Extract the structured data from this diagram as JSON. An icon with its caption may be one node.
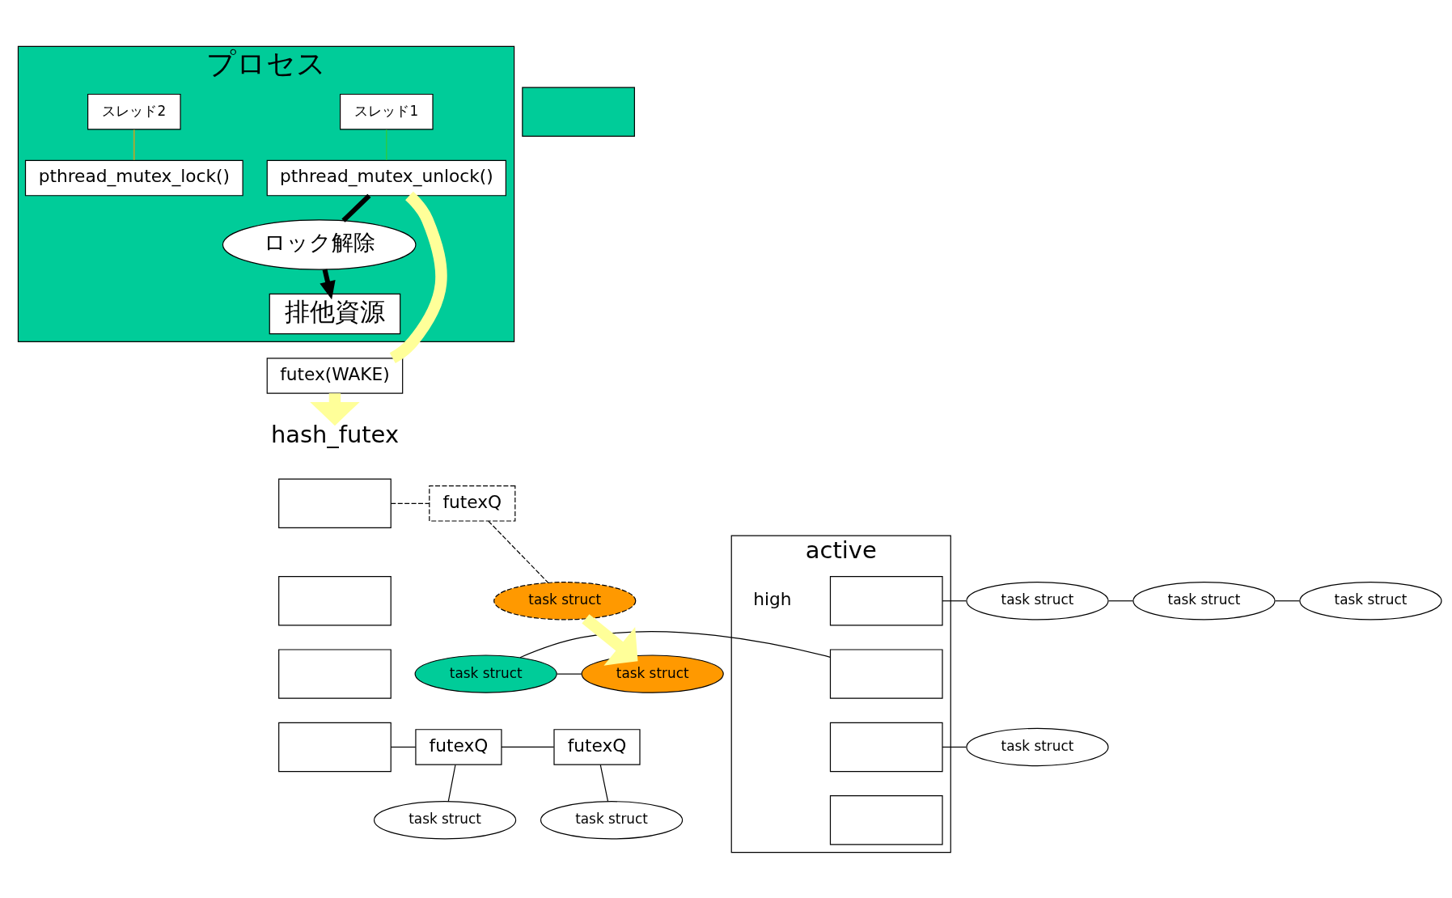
{
  "diagram": {
    "nodes": [
      {
        "text": [
          "プロセス"
        ]
      },
      {
        "text": [
          "スレッド1"
        ],
        "in": 0
      },
      {
        "text": [
          "pthread_mutex_unlock()"
        ],
        "in": 0
      },
      {
        "text": [
          "ロック解除"
        ],
        "in": 0
      },
      {
        "text": [
          "排他資源"
        ],
        "in": 0
      },
      {
        "text": [
          "スレッド2"
        ],
        "in": 0
      },
      {
        "text": [
          "pthread_mutex_lock()"
        ],
        "in": 0
      },
      {
        "text": [],
        "shape": "box"
      },
      {
        "text": [
          "futex(WAKE)"
        ]
      },
      {
        "text": [
          "active"
        ]
      },
      {
        "text": [],
        "shape": "box",
        "in": 9
      },
      {
        "text": [],
        "shape": "box",
        "in": 9
      },
      {
        "text": [],
        "shape": "box",
        "in": 9
      },
      {
        "text": [],
        "shape": "box",
        "in": 9
      },
      {
        "text": [
          "task struct"
        ]
      },
      {
        "text": [
          "task struct"
        ]
      },
      {
        "text": [
          "task struct"
        ]
      },
      {
        "text": [
          "task struct"
        ]
      },
      {
        "text": [
          "task struct"
        ]
      },
      {
        "text": [
          "task struct"
        ]
      },
      {
        "text": [
          "hash_futex"
        ]
      },
      {
        "text": [],
        "shape": "box"
      },
      {
        "text": [],
        "shape": "box"
      },
      {
        "text": [],
        "shape": "box"
      },
      {
        "text": [],
        "shape": "box"
      },
      {
        "text": [
          "futexQ"
        ]
      },
      {
        "text": [
          "task struct"
        ]
      },
      {
        "text": [
          "futexQ"
        ]
      },
      {
        "text": [
          "futexQ"
        ]
      },
      {
        "text": [
          "task struct"
        ]
      },
      {
        "text": [
          "task struct"
        ]
      }
    ],
    "edges": [
      {
        "from": 1,
        "to": 2,
        "arrow": "none",
        "color": "#33cc33"
      },
      {
        "from": 5,
        "to": 6,
        "arrow": "none",
        "color": "#ff9900"
      },
      {
        "from": 2,
        "to": 3,
        "arrow": "none",
        "style": "thick"
      },
      {
        "from": 3,
        "to": 4,
        "arrow": "to",
        "style": "thick"
      },
      {
        "from": 2,
        "to": 8,
        "arrow": "none",
        "style": "thick",
        "color": "#ffff99"
      },
      {
        "from": 8,
        "to": 20,
        "arrow": "to",
        "style": "thick",
        "color": "#ffff99"
      },
      {
        "from": 10,
        "to": 14,
        "arrow": "none"
      },
      {
        "from": 14,
        "to": 15,
        "arrow": "none"
      },
      {
        "from": 15,
        "to": 16,
        "arrow": "none"
      },
      {
        "from": 11,
        "to": 17,
        "arrow": "none"
      },
      {
        "from": 17,
        "to": 18,
        "arrow": "none"
      },
      {
        "from": 12,
        "to": 19,
        "arrow": "none"
      },
      {
        "from": 21,
        "to": 25,
        "arrow": "none",
        "style": "dashed"
      },
      {
        "from": 25,
        "to": 26,
        "arrow": "none",
        "style": "dashed"
      },
      {
        "from": 26,
        "to": 18,
        "arrow": "to",
        "style": "thick",
        "color": "#ffff99"
      },
      {
        "from": 24,
        "to": 27,
        "arrow": "none"
      },
      {
        "from": 27,
        "to": 28,
        "arrow": "none"
      },
      {
        "from": 27,
        "to": 29,
        "arrow": "none"
      },
      {
        "from": 28,
        "to": 30,
        "arrow": "none"
      }
    ],
    "labels": [
      "high"
    ]
  }
}
